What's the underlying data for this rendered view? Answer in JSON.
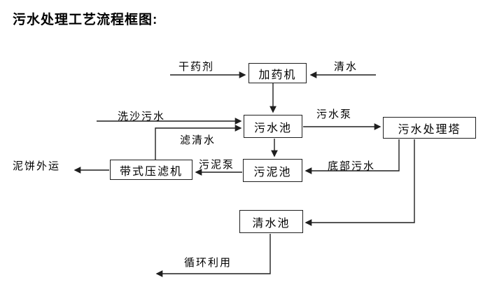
{
  "title": "污水处理工艺流程框图:",
  "diagram": {
    "nodes": {
      "dosing_machine": "加药机",
      "sewage_pool": "污水池",
      "treatment_tower": "污水处理塔",
      "sludge_pool": "污泥池",
      "belt_filter_press": "带式压滤机",
      "clean_water_pool": "清水池"
    },
    "edge_labels": {
      "dry_agent_in": "干药剂",
      "clean_water_in": "清水",
      "sand_washing_sewage_in": "洗沙污水",
      "filtered_water": "滤清水",
      "sewage_pump": "污水泵",
      "bottom_sewage": "底部污水",
      "sludge_pump": "污泥泵",
      "mud_cake_out": "泥饼外运",
      "recycle_use": "循环利用"
    },
    "colors": {
      "line": "#1f1f1f",
      "box_border": "#1f1f1f",
      "text": "#000000",
      "background": "#ffffff"
    }
  }
}
